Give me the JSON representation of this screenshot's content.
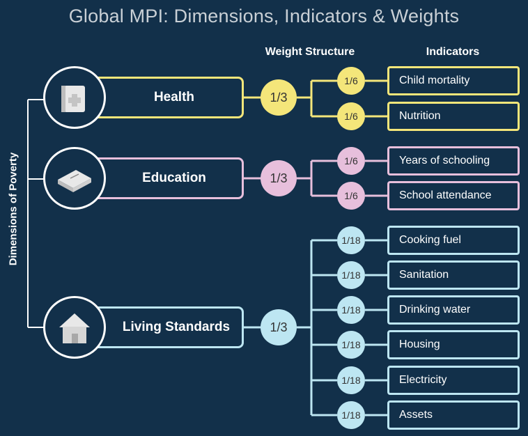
{
  "title": "Global MPI: Dimensions, Indicators & Weights",
  "headers": {
    "weights": "Weight Structure",
    "indicators": "Indicators"
  },
  "side_label": "Dimensions of Poverty",
  "colors": {
    "background": "#12304a",
    "health": "#f4e67a",
    "education": "#e7bfdc",
    "living_standards": "#bde6f2"
  },
  "dimensions": [
    {
      "label": "Health",
      "icon": "health-kit-icon",
      "weight": "1/3",
      "indicators": [
        {
          "label": "Child mortality",
          "weight": "1/6"
        },
        {
          "label": "Nutrition",
          "weight": "1/6"
        }
      ]
    },
    {
      "label": "Education",
      "icon": "book-icon",
      "weight": "1/3",
      "indicators": [
        {
          "label": "Years of schooling",
          "weight": "1/6"
        },
        {
          "label": "School attendance",
          "weight": "1/6"
        }
      ]
    },
    {
      "label": "Living Standards",
      "icon": "house-icon",
      "weight": "1/3",
      "indicators": [
        {
          "label": "Cooking fuel",
          "weight": "1/18"
        },
        {
          "label": "Sanitation",
          "weight": "1/18"
        },
        {
          "label": "Drinking water",
          "weight": "1/18"
        },
        {
          "label": "Housing",
          "weight": "1/18"
        },
        {
          "label": "Electricity",
          "weight": "1/18"
        },
        {
          "label": "Assets",
          "weight": "1/18"
        }
      ]
    }
  ]
}
